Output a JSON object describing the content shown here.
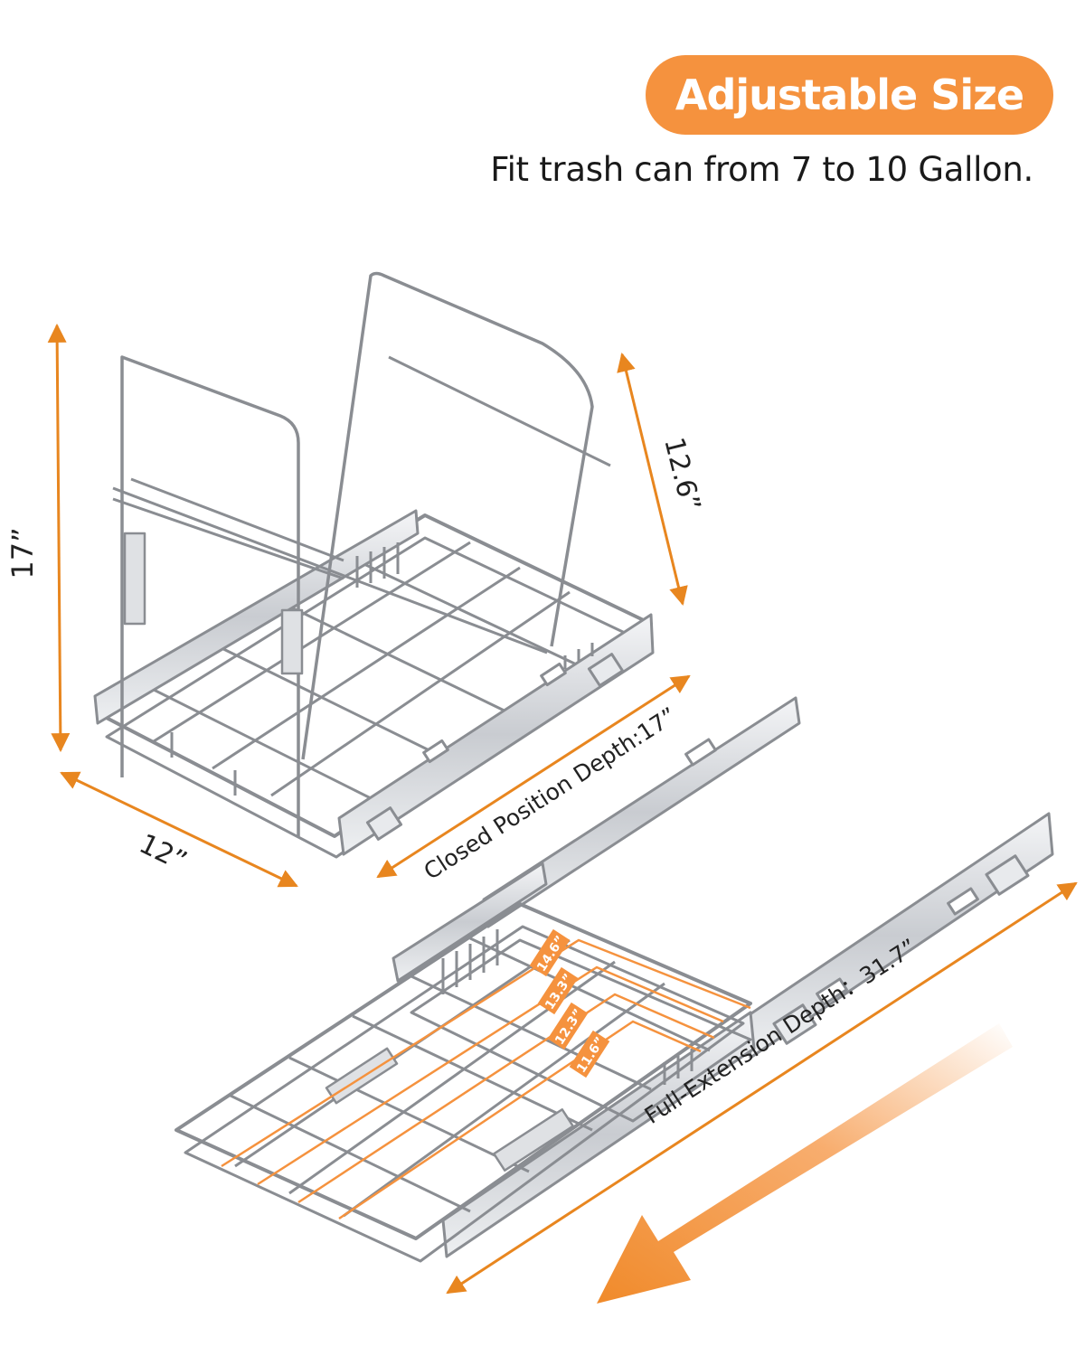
{
  "header": {
    "badge": "Adjustable Size",
    "subtitle": "Fit trash can from 7 to 10 Gallon."
  },
  "dimensions": {
    "height": "17”",
    "width": "12”",
    "frame_height": "12.6”",
    "closed_depth": "Closed Position Depth:17”",
    "full_extension_depth": "Full-Extension Depth：31.7”",
    "frame_positions": [
      "14.6”",
      "13.3”",
      "12.3”",
      "11.6”"
    ]
  },
  "colors": {
    "accent": "#f5923e",
    "arrow": "#e8861f",
    "wire": "#8a8d92"
  }
}
